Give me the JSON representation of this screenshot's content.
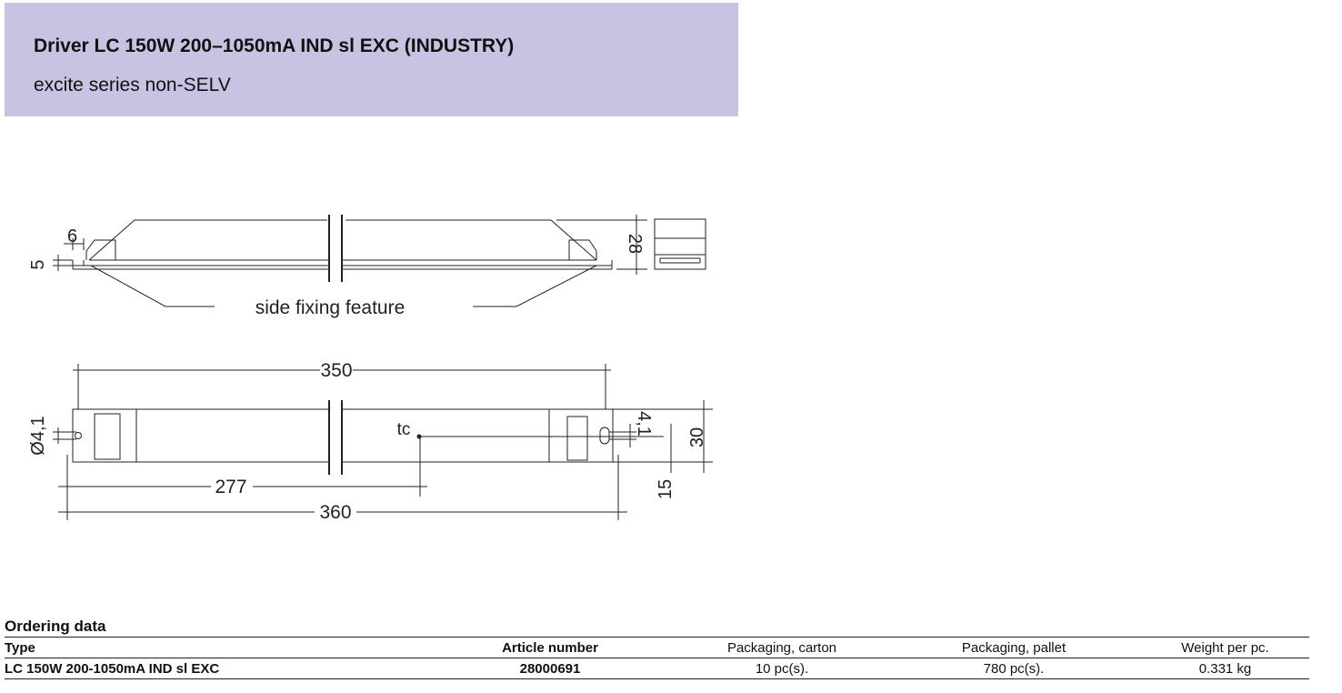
{
  "header": {
    "title": "Driver LC 150W 200–1050mA IND sl EXC (INDUSTRY)",
    "subtitle": "excite series non-SELV"
  },
  "drawing": {
    "side_view": {
      "dim_top_tab": "6",
      "dim_left_height": "5",
      "dim_right_height": "28",
      "callout": "side fixing feature"
    },
    "top_view": {
      "dim_inner_length": "350",
      "dim_hole": "Ø4,1",
      "label_tc": "tc",
      "dim_tc_position": "277",
      "dim_total_length": "360",
      "dim_right_hole": "4,1",
      "dim_width": "30",
      "dim_half_width": "15"
    }
  },
  "ordering": {
    "title": "Ordering data",
    "columns": [
      "Type",
      "Article number",
      "Packaging, carton",
      "Packaging, pallet",
      "Weight per pc."
    ],
    "rows": [
      [
        "LC 150W 200-1050mA IND sl EXC",
        "28000691",
        "10 pc(s).",
        "780 pc(s).",
        "0.331 kg"
      ]
    ]
  }
}
